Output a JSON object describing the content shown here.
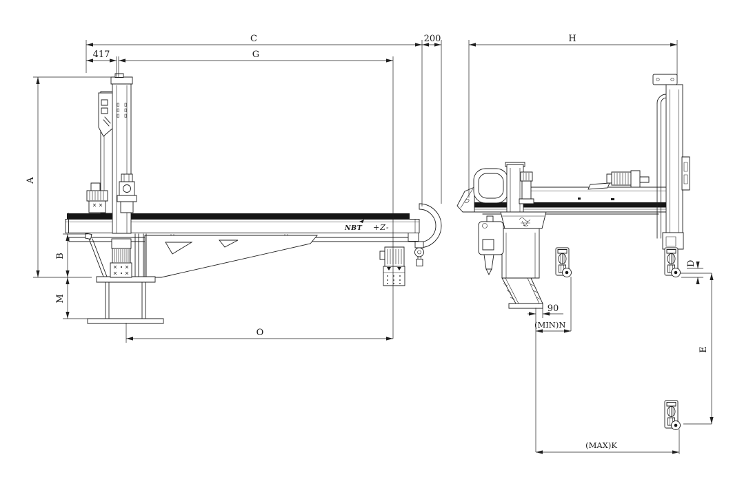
{
  "page": {
    "background": "#ffffff",
    "line_color": "#1f1f1f",
    "description": "Two-view dimensioned engineering drawing of a traverse beam robot"
  },
  "front_view": {
    "dims": {
      "overall_width": "C",
      "end_offset": "200",
      "left_offset": "417",
      "horizontal_stroke": "G",
      "overall_height": "A",
      "beam_underside": "B",
      "pedestal_height": "M",
      "base_reach": "O"
    },
    "beam": {
      "brand": "NBT",
      "axis_marking": "+Z-"
    }
  },
  "side_view": {
    "dims": {
      "overall_depth": "H",
      "arm_drop": "D",
      "chute_gap": "90",
      "min_reach": "(MIN)N",
      "vertical_stroke": "E",
      "max_reach": "(MAX)K"
    }
  }
}
